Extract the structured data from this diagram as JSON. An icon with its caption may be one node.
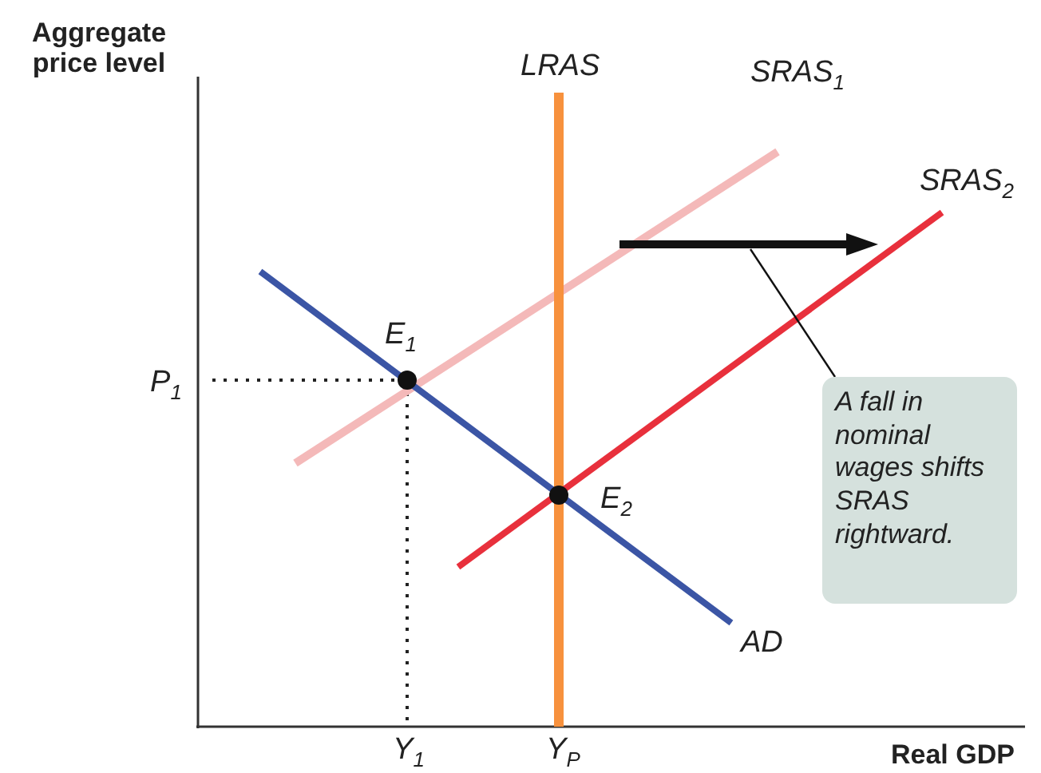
{
  "diagram": {
    "nodes": [
      {
        "text": [
          "A fall in nominal wages shifts SRAS rightward."
        ]
      },
      {
        "text": [],
        "shape": "arrow"
      }
    ],
    "edges": [
      {
        "from": 0,
        "to": 1,
        "arrow": "none"
      }
    ],
    "labels": [
      "Aggregate price level",
      "LRAS",
      "SRAS$_{1}$",
      "SRAS$_{2}$",
      "E$_{1}$",
      "P$_{1}$",
      "E$_{2}$",
      "AD",
      "Y$_{1}$",
      "Y$_{P}$",
      "Real GDP"
    ]
  }
}
